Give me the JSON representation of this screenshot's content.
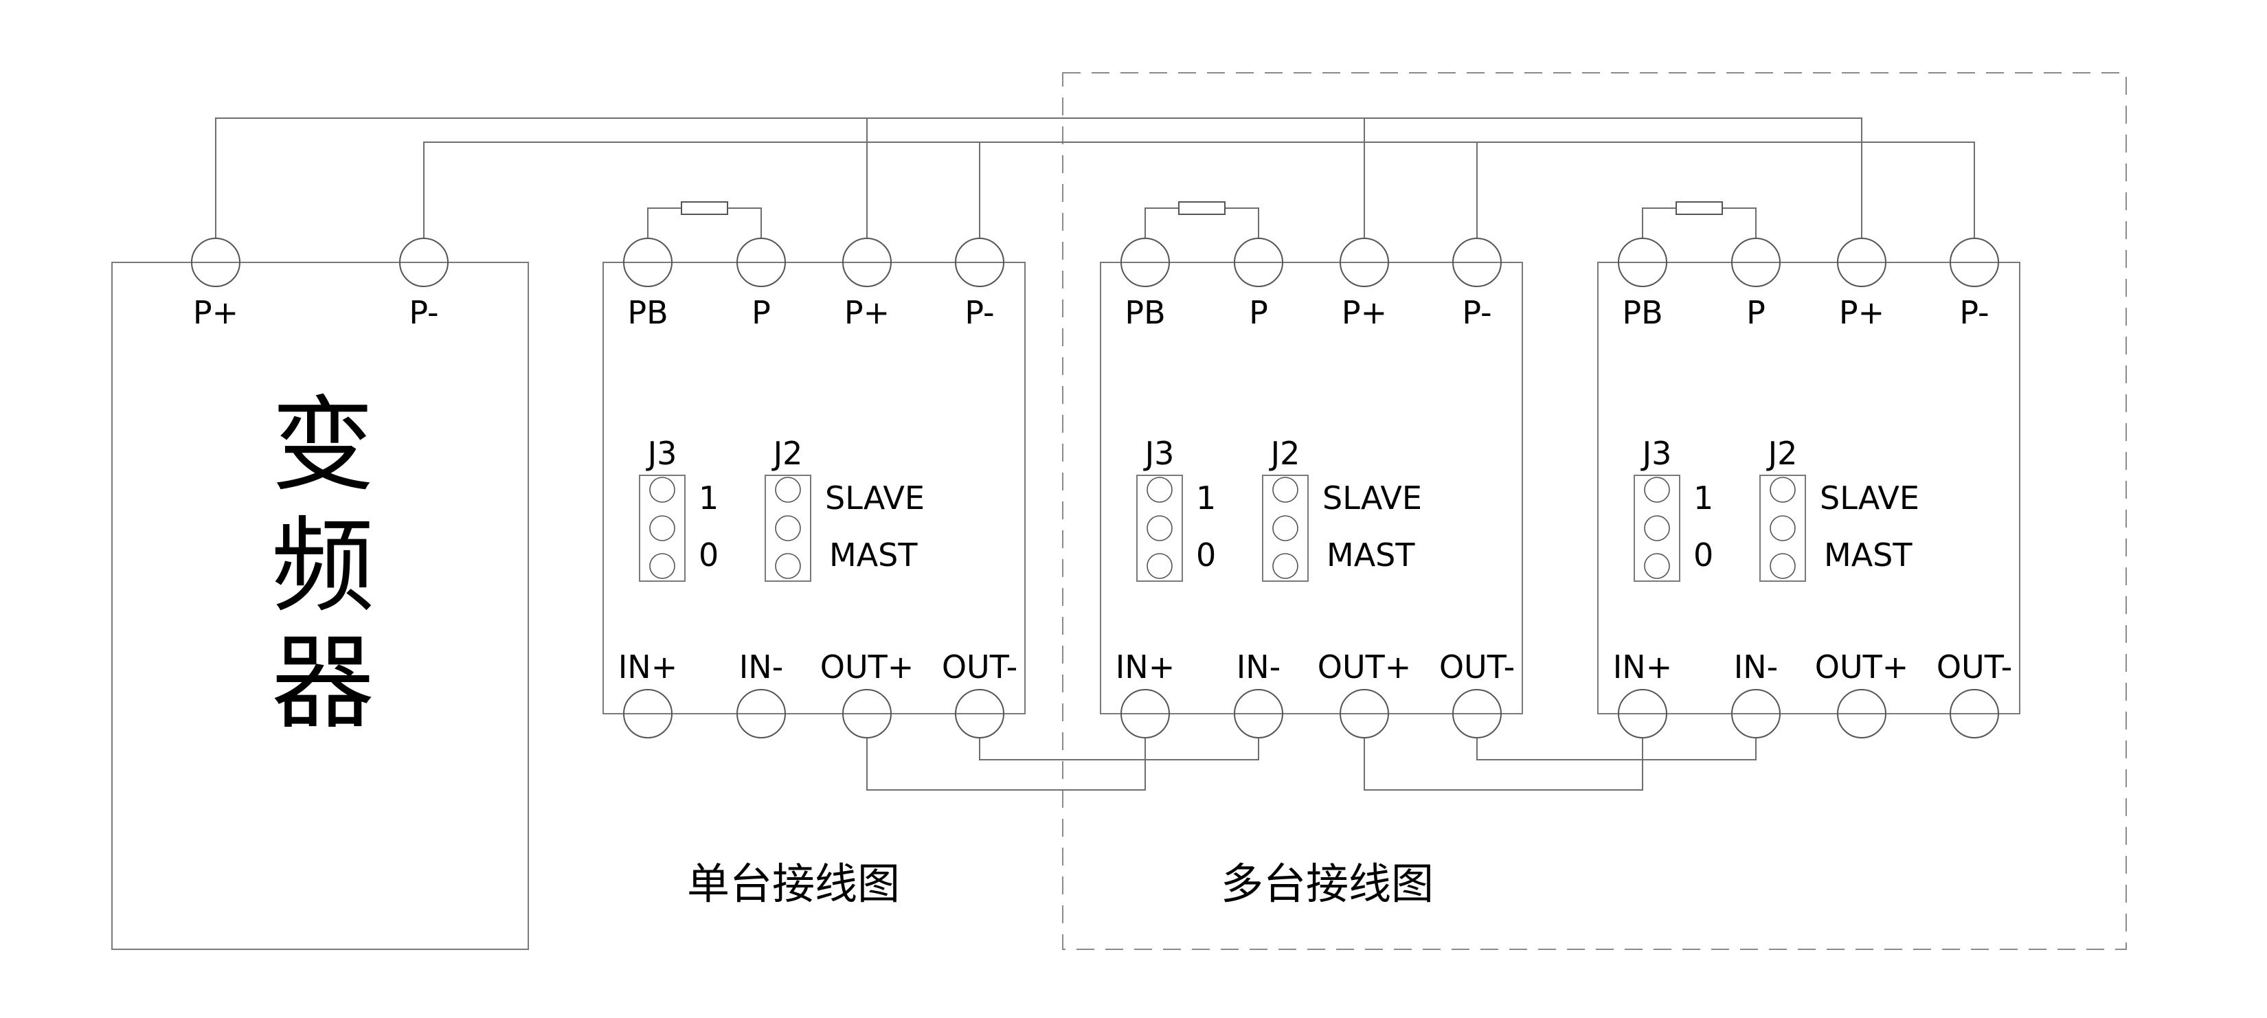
{
  "diagram": {
    "type": "wiring-diagram",
    "description": "Braking unit wiring: VFD DC bus to one or more braking modules"
  },
  "vfd": {
    "label_chars": [
      "变",
      "频",
      "器"
    ],
    "terminals": [
      {
        "id": "vfd-p-plus",
        "label": "P+"
      },
      {
        "id": "vfd-p-minus",
        "label": "P-"
      }
    ]
  },
  "module_template": {
    "top_terminals": [
      "PB",
      "P",
      "P+",
      "P-"
    ],
    "bottom_terminals": [
      "IN+",
      "IN-",
      "OUT+",
      "OUT-"
    ],
    "jumpers": {
      "j3": {
        "title": "J3",
        "pins": 3,
        "labels": [
          "1",
          "0"
        ]
      },
      "j2": {
        "title": "J2",
        "pins": 3,
        "labels": [
          "SLAVE",
          "MAST"
        ]
      }
    },
    "brake_resistor": "between PB and P"
  },
  "modules": [
    {
      "id": "module-1",
      "group": "single"
    },
    {
      "id": "module-2",
      "group": "multi"
    },
    {
      "id": "module-3",
      "group": "multi"
    }
  ],
  "connections": [
    {
      "from": "vfd.P+",
      "to": [
        "module-1.P+",
        "module-2.P+",
        "module-3.P+"
      ],
      "net": "DC+"
    },
    {
      "from": "vfd.P-",
      "to": [
        "module-1.P-",
        "module-2.P-",
        "module-3.P-"
      ],
      "net": "DC-"
    },
    {
      "from": "module-1.OUT+",
      "to": [
        "module-2.IN+"
      ]
    },
    {
      "from": "module-1.OUT-",
      "to": [
        "module-2.IN-"
      ]
    },
    {
      "from": "module-2.OUT+",
      "to": [
        "module-3.IN+"
      ]
    },
    {
      "from": "module-2.OUT-",
      "to": [
        "module-3.IN-"
      ]
    }
  ],
  "captions": {
    "single": "单台接线图",
    "multi": "多台接线图"
  },
  "colors": {
    "line": "#6e6e6e",
    "text": "#000000",
    "background": "#ffffff"
  }
}
